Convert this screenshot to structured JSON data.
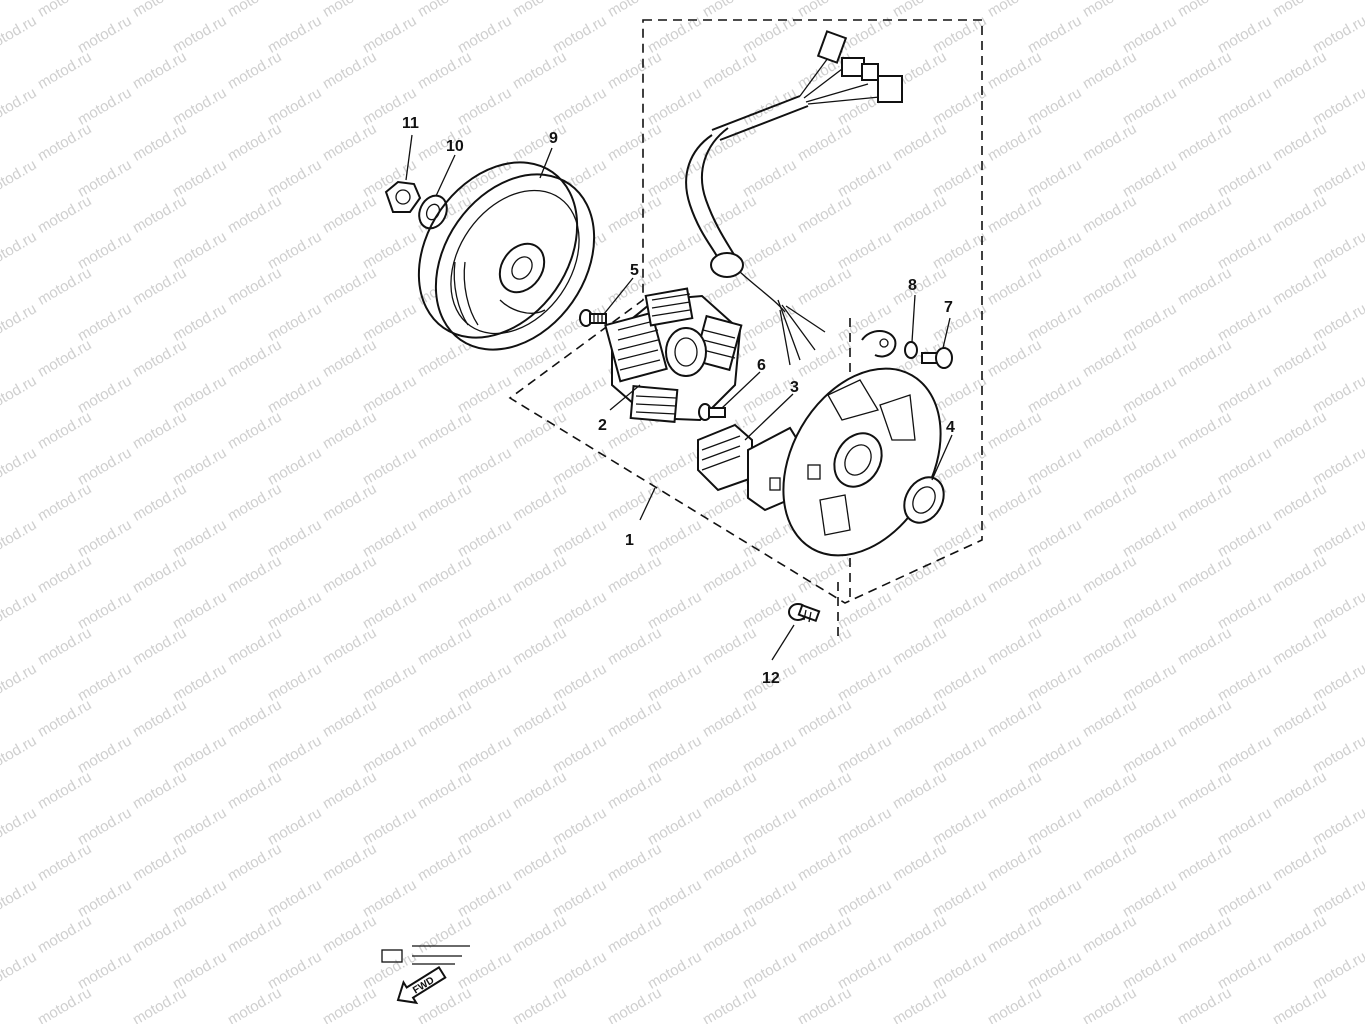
{
  "watermark": "motod.ru",
  "callouts": {
    "c1": "1",
    "c2": "2",
    "c3": "3",
    "c4": "4",
    "c5": "5",
    "c6": "6",
    "c7": "7",
    "c8": "8",
    "c9": "9",
    "c10": "10",
    "c11": "11",
    "c12": "12"
  },
  "direction_marker": {
    "label": "FWD",
    "icon": "forward-arrow-icon"
  }
}
